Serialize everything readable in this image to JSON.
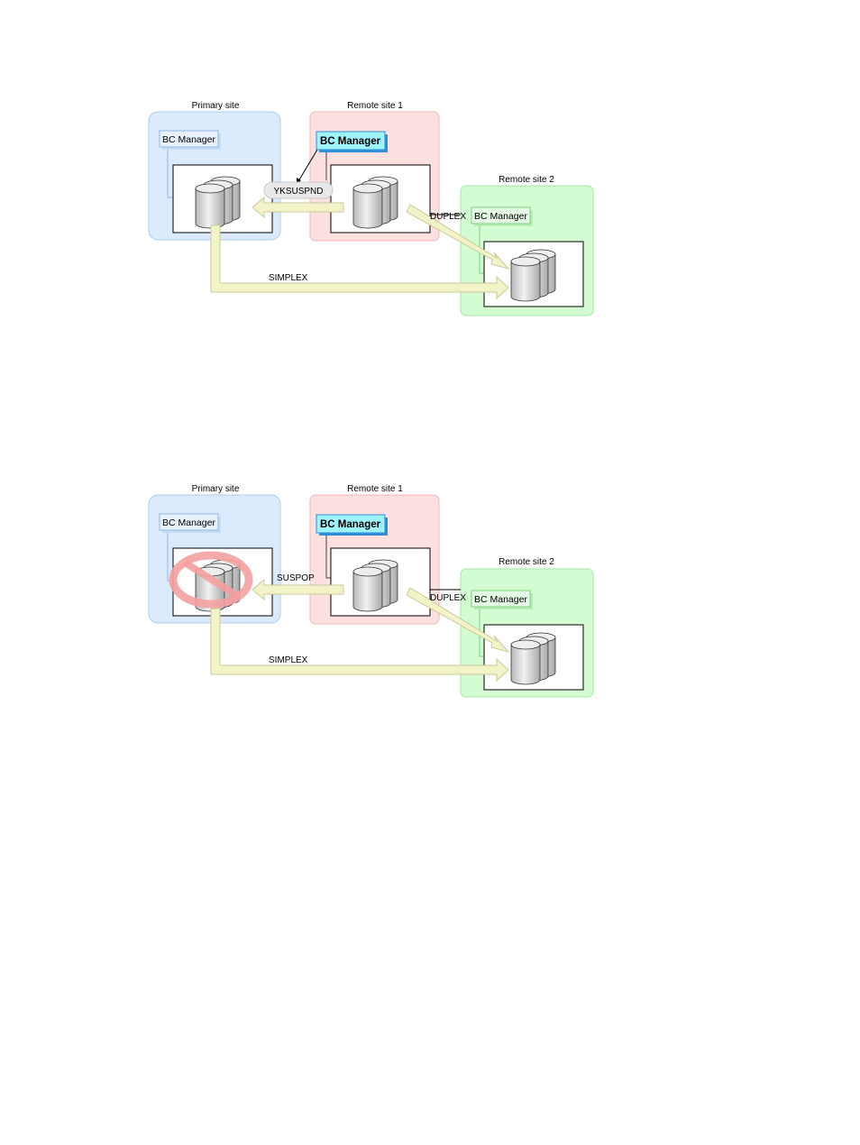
{
  "diagrams": [
    {
      "primary_site_label": "Primary site",
      "remote1_label": "Remote site 1",
      "remote2_label": "Remote site 2",
      "primary_manager": "BC Manager",
      "remote1_manager": "BC Manager",
      "remote2_manager": "BC Manager",
      "state_r1_to_primary": "YKSUSPND",
      "state_r1_to_r2": "DUPLEX",
      "state_primary_to_r2": "SIMPLEX",
      "primary_blocked": false
    },
    {
      "primary_site_label": "Primary site",
      "remote1_label": "Remote site 1",
      "remote2_label": "Remote site 2",
      "primary_manager": "BC Manager",
      "remote1_manager": "BC Manager",
      "remote2_manager": "BC Manager",
      "state_r1_to_primary": "SUSPOP",
      "state_r1_to_r2": "DUPLEX",
      "state_primary_to_r2": "SIMPLEX",
      "primary_blocked": true
    }
  ],
  "colors": {
    "primary_bg": "#dbeafc",
    "remote1_bg": "#fde0e0",
    "remote2_bg": "#d3fcd3",
    "arrow_fill": "#f3f3c8",
    "blocked": "#f4a0a0"
  }
}
